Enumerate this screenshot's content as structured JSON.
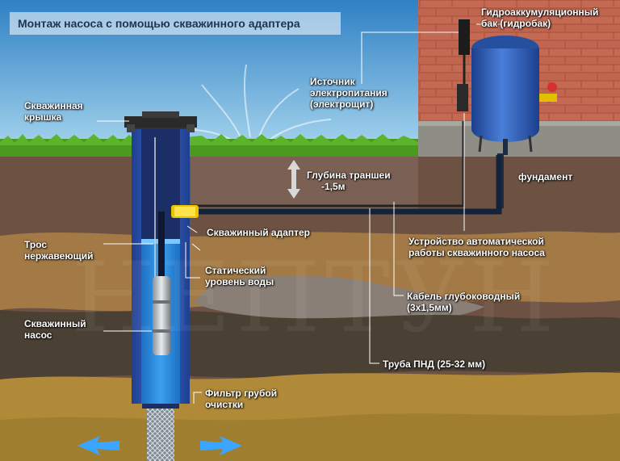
{
  "title": "Монтаж насоса с помощью скважинного адаптера",
  "watermark": "НЕПТУН",
  "labels": {
    "well_cap": [
      "Скважинная",
      "крышка"
    ],
    "power_source": [
      "Источник",
      "электропитания",
      "(электрощит)"
    ],
    "accumulator": [
      "Гидроаккумуляционный",
      "бак (гидробак)"
    ],
    "trench_depth": [
      "Глубина траншеи",
      "-1,5м"
    ],
    "foundation": "фундамент",
    "well_adapter": "Скважинный адаптер",
    "cable_rope": [
      "Трос",
      "нержавеющий"
    ],
    "static_level": [
      "Статический",
      "уровень воды"
    ],
    "automation": [
      "Устройство автоматической",
      "работы скважинного насоса"
    ],
    "deep_cable": [
      "Кабель глубоководный",
      "(3x1,5мм)"
    ],
    "well_pump": [
      "Скважинный",
      "насос"
    ],
    "hdpe_pipe": "Труба ПНД (25-32 мм)",
    "coarse_filter": [
      "Фильтр грубой",
      "очистки"
    ]
  },
  "colors": {
    "sky": "#4f9bd0",
    "grass": "#4a9a1f",
    "soil": "#6b5040",
    "brick": "#b9614b",
    "casing": "#2f56b0",
    "water": "#2e86d6",
    "tank": "#2e5fb8"
  }
}
